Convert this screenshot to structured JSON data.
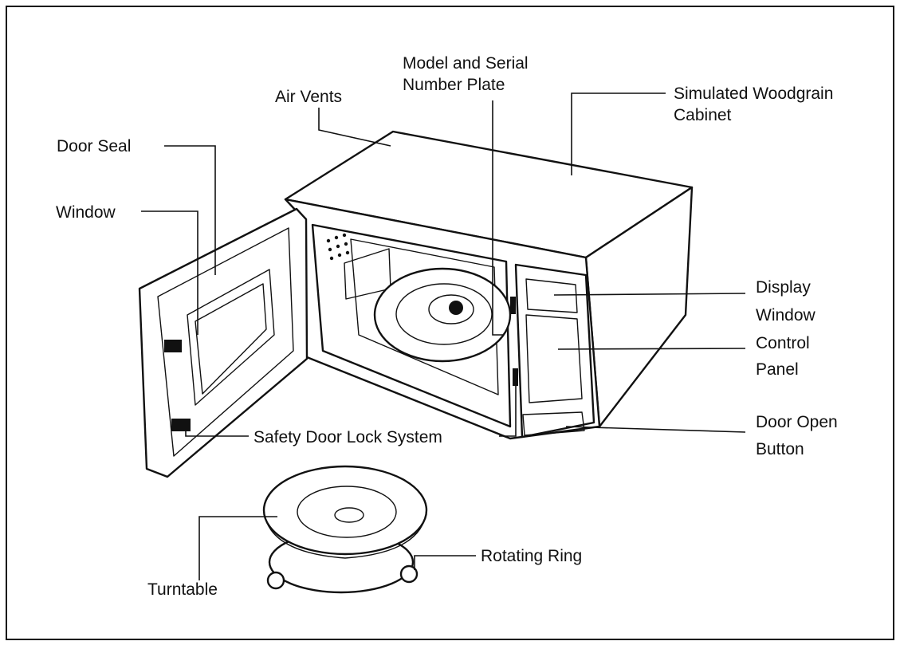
{
  "diagram": {
    "labels": {
      "model_plate": [
        "Model and Serial",
        "Number Plate"
      ],
      "air_vents": "Air Vents",
      "woodgrain_cabinet": [
        "Simulated Woodgrain",
        "Cabinet"
      ],
      "door_seal": "Door Seal",
      "window": "Window",
      "display_window": [
        "Display",
        "Window"
      ],
      "control_panel": [
        "Control",
        "Panel"
      ],
      "door_open_button": [
        "Door Open",
        "Button"
      ],
      "safety_door_lock": "Safety Door Lock System",
      "rotating_ring": "Rotating Ring",
      "turntable": "Turntable"
    }
  }
}
